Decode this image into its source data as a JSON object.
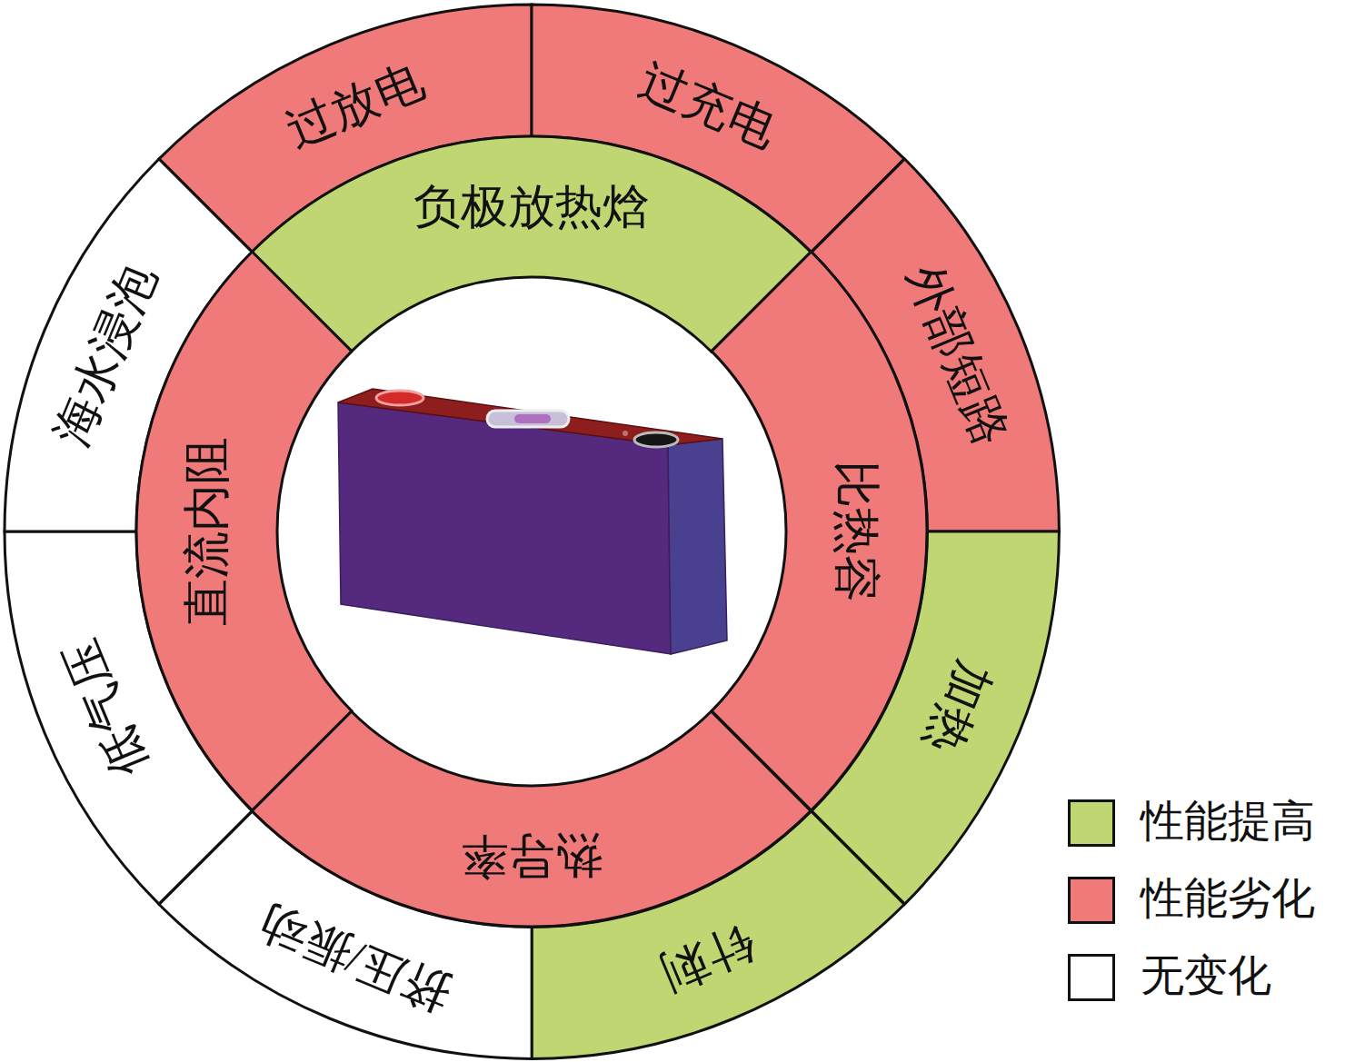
{
  "diagram": {
    "nodes": [
      {
        "text": [
          "过放电"
        ]
      },
      {
        "text": [
          "过充电"
        ]
      },
      {
        "text": [
          "外部短路"
        ]
      },
      {
        "text": [
          "加热"
        ]
      },
      {
        "text": [
          "针刺"
        ]
      },
      {
        "text": [
          "挤压/振动"
        ]
      },
      {
        "text": [
          "低气压"
        ]
      },
      {
        "text": [
          "海水浸泡"
        ]
      },
      {
        "text": [
          "负极放热焓"
        ]
      },
      {
        "text": [
          "比热容"
        ]
      },
      {
        "text": [
          "热导率"
        ]
      },
      {
        "text": [
          "直流内阻"
        ]
      }
    ],
    "legend": [
      {
        "text": "性能提高",
        "color": "#BFD672"
      },
      {
        "text": "性能劣化",
        "color": "#F07A7A"
      },
      {
        "text": "无变化",
        "color": "#FFFFFF"
      }
    ]
  }
}
